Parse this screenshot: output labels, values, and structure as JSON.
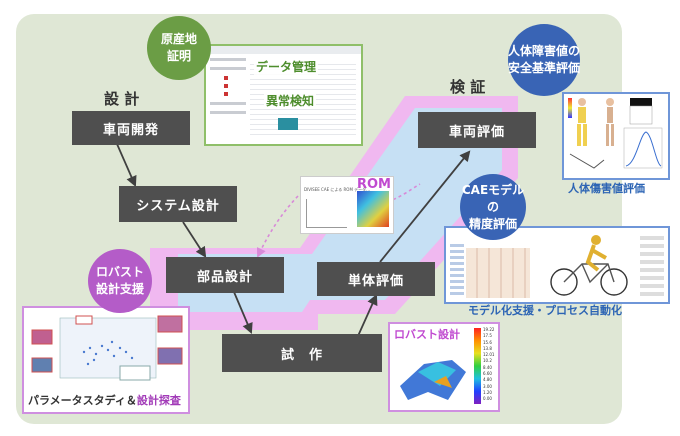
{
  "labels": {
    "design": "設 計",
    "verification": "検 証"
  },
  "boxes": {
    "vehicle_dev": "車両開発",
    "system_design": "システム設計",
    "part_design": "部品設計",
    "prototype": "試　作",
    "unit_eval": "単体評価",
    "vehicle_eval": "車両評価"
  },
  "circles": {
    "origin": [
      "原産地",
      "証明"
    ],
    "robust": [
      "ロバスト",
      "設計支援"
    ],
    "safety": [
      "人体障害値の",
      "安全基準評価"
    ],
    "cae": [
      "CAEモデルの",
      "精度評価"
    ]
  },
  "panels": {
    "data_mgmt": "データ管理",
    "anomaly": "異常検知",
    "rom": "ROM",
    "rom_title": "DIVISEE CAE による ROM データ…",
    "robust_design": "ロバスト設計",
    "injury_caption": "人体傷害値評価",
    "modeling_caption": "モデル化支援・プロセス自動化",
    "param_caption_a": "パラメータスタディ＆",
    "param_caption_b": "設計探査",
    "colorbar_ticks": [
      "19.22",
      "17.5",
      "15.6",
      "13.8",
      "12.01",
      "10.2",
      "8.40",
      "6.60",
      "4.80",
      "3.00",
      "1.20",
      "0.00"
    ]
  },
  "colors": {
    "box": "#4f4f4f",
    "green_circle": "#6b9d45",
    "purple_circle": "#b45cc8",
    "blue_circle": "#3964b5",
    "band_pink": "#f0b8f0",
    "band_blue": "#c6e0f4",
    "panel_border_green": "#8fbf69",
    "panel_border_purple": "#cf8fe0",
    "panel_border_blue": "#6f96d8",
    "caption_green": "#4d8d2c",
    "caption_blue": "#2c64b4",
    "caption_purple": "#a23bb8"
  }
}
